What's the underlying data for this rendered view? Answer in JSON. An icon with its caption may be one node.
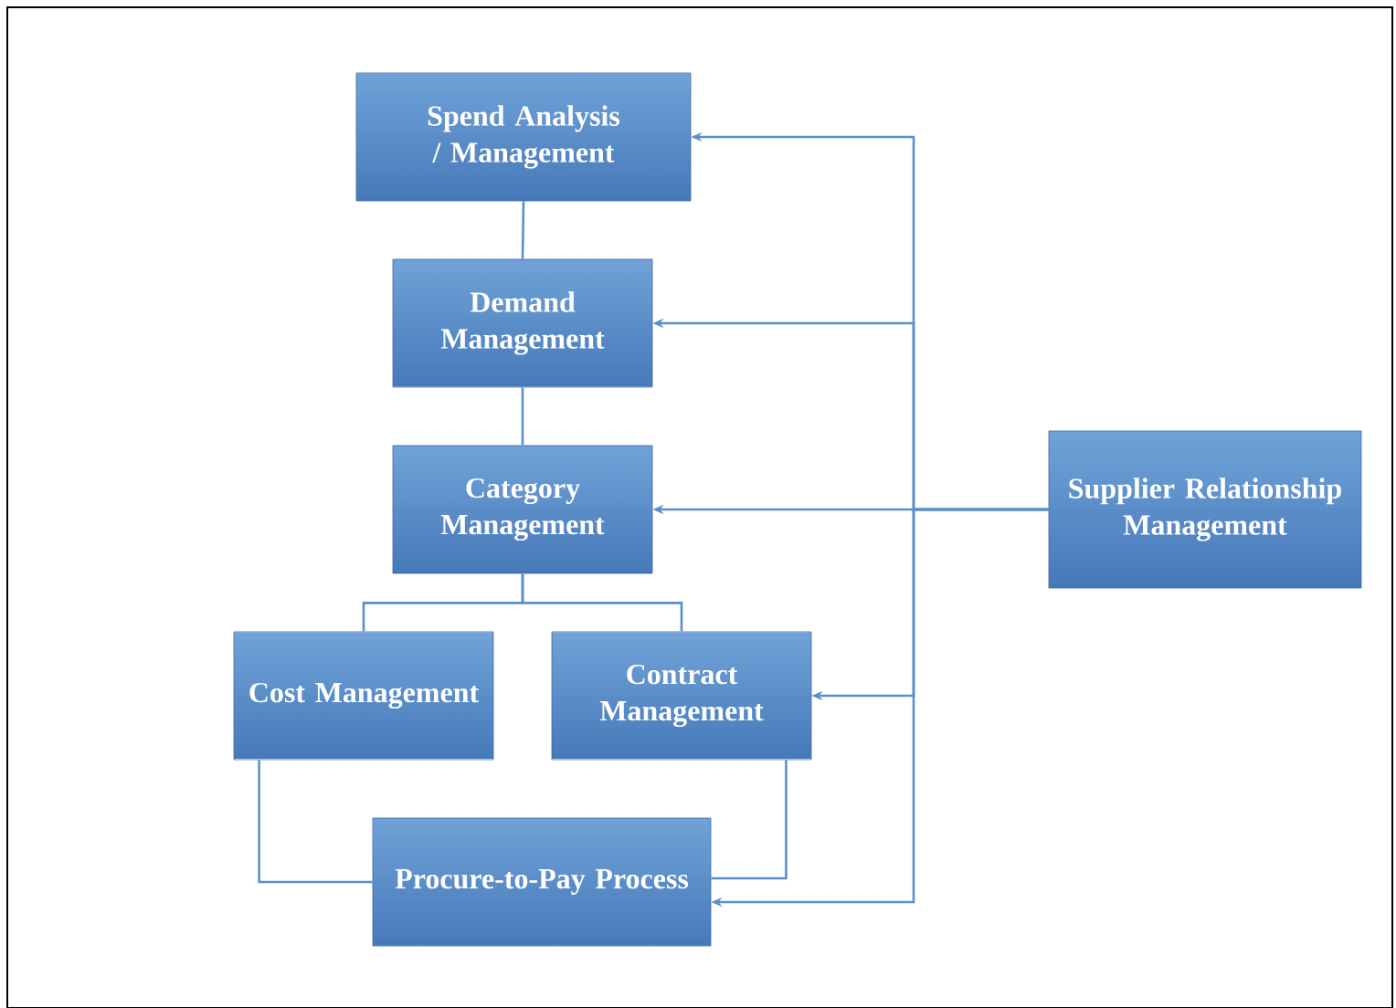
{
  "diagram": {
    "nodes": [
      {
        "text": [
          "Spend Analysis / Management"
        ]
      },
      {
        "text": [
          "Demand Management"
        ]
      },
      {
        "text": [
          "Category Management"
        ]
      },
      {
        "text": [
          "Supplier Relationship Management"
        ]
      },
      {
        "text": [
          "Cost Management"
        ]
      },
      {
        "text": [
          "Contract Management"
        ]
      },
      {
        "text": [
          "Procure-to-Pay Process"
        ]
      }
    ],
    "edges": [
      {
        "from": 0,
        "to": 1,
        "arrow": "none"
      },
      {
        "from": 1,
        "to": 2,
        "arrow": "none"
      },
      {
        "from": 2,
        "to": 4,
        "arrow": "none"
      },
      {
        "from": 2,
        "to": 5,
        "arrow": "none"
      },
      {
        "from": 4,
        "to": 6,
        "arrow": "none"
      },
      {
        "from": 5,
        "to": 6,
        "arrow": "none"
      },
      {
        "from": 3,
        "to": 0,
        "arrow": "to"
      },
      {
        "from": 3,
        "to": 1,
        "arrow": "to"
      },
      {
        "from": 3,
        "to": 2,
        "arrow": "to"
      },
      {
        "from": 3,
        "to": 5,
        "arrow": "to"
      },
      {
        "from": 3,
        "to": 6,
        "arrow": "to"
      }
    ]
  }
}
